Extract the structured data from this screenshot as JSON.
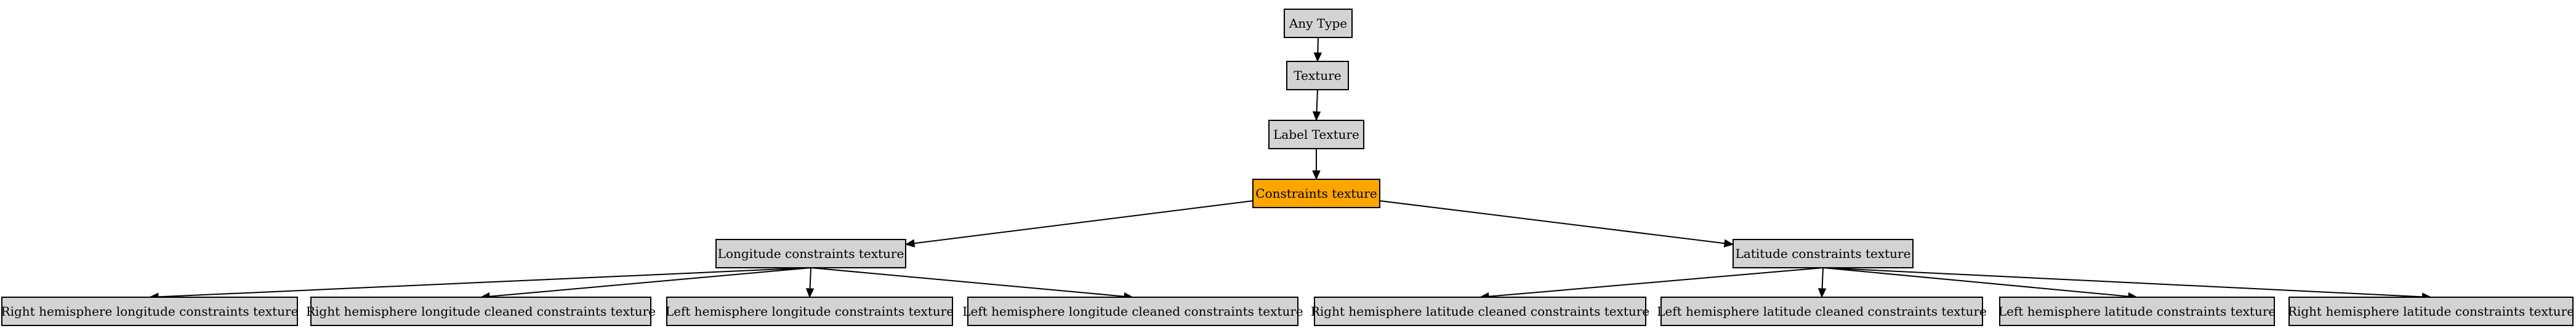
{
  "colors": {
    "default_fill": "#d3d3d3",
    "highlight_fill": "#ffa500",
    "stroke": "#000000",
    "background": "#ffffff"
  },
  "nodes": [
    {
      "id": "any_type",
      "label": "Any Type",
      "highlight": false
    },
    {
      "id": "texture",
      "label": "Texture",
      "highlight": false
    },
    {
      "id": "label_texture",
      "label": "Label Texture",
      "highlight": false
    },
    {
      "id": "constraints_texture",
      "label": "Constraints texture",
      "highlight": true
    },
    {
      "id": "longitude_constraints",
      "label": "Longitude constraints texture",
      "highlight": false
    },
    {
      "id": "latitude_constraints",
      "label": "Latitude constraints texture",
      "highlight": false
    },
    {
      "id": "rh_lon",
      "label": "Right hemisphere longitude constraints texture",
      "highlight": false
    },
    {
      "id": "rh_lon_clean",
      "label": "Right hemisphere longitude cleaned constraints texture",
      "highlight": false
    },
    {
      "id": "lh_lon",
      "label": "Left hemisphere longitude constraints texture",
      "highlight": false
    },
    {
      "id": "lh_lon_clean",
      "label": "Left hemisphere longitude cleaned constraints texture",
      "highlight": false
    },
    {
      "id": "rh_lat_clean",
      "label": "Right hemisphere latitude cleaned constraints texture",
      "highlight": false
    },
    {
      "id": "lh_lat_clean",
      "label": "Left hemisphere latitude cleaned constraints texture",
      "highlight": false
    },
    {
      "id": "lh_lat",
      "label": "Left hemisphere latitude constraints texture",
      "highlight": false
    },
    {
      "id": "rh_lat",
      "label": "Right hemisphere latitude constraints texture",
      "highlight": false
    }
  ],
  "edges": [
    {
      "from": "any_type",
      "to": "texture"
    },
    {
      "from": "texture",
      "to": "label_texture"
    },
    {
      "from": "label_texture",
      "to": "constraints_texture"
    },
    {
      "from": "constraints_texture",
      "to": "longitude_constraints"
    },
    {
      "from": "constraints_texture",
      "to": "latitude_constraints"
    },
    {
      "from": "longitude_constraints",
      "to": "rh_lon"
    },
    {
      "from": "longitude_constraints",
      "to": "rh_lon_clean"
    },
    {
      "from": "longitude_constraints",
      "to": "lh_lon"
    },
    {
      "from": "longitude_constraints",
      "to": "lh_lon_clean"
    },
    {
      "from": "latitude_constraints",
      "to": "rh_lat_clean"
    },
    {
      "from": "latitude_constraints",
      "to": "lh_lat_clean"
    },
    {
      "from": "latitude_constraints",
      "to": "lh_lat"
    },
    {
      "from": "latitude_constraints",
      "to": "rh_lat"
    }
  ]
}
